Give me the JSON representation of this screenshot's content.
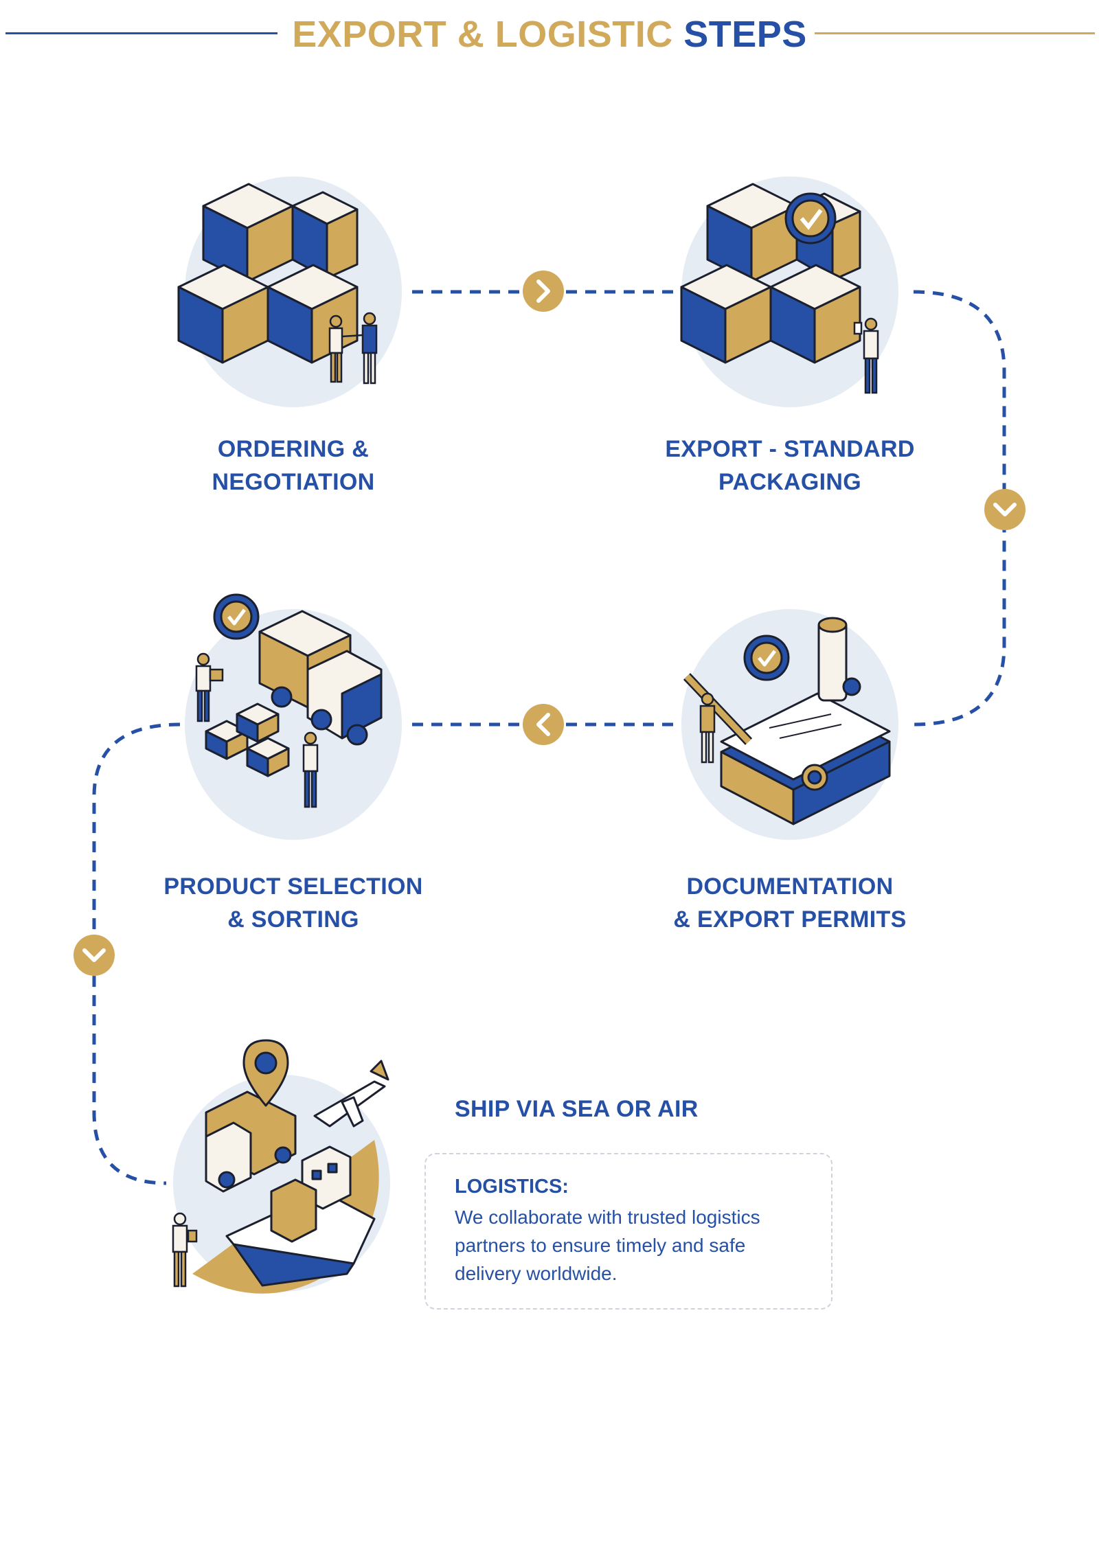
{
  "header": {
    "title_part1": "EXPORT & LOGISTIC",
    "title_part2": "STEPS",
    "colors": {
      "gold": "#D1A95B",
      "blue": "#2550A6",
      "light": "#E6ECF3"
    }
  },
  "steps": [
    {
      "label": "ORDERING &\nNEGOTIATION",
      "icon": "boxes-handshake-icon"
    },
    {
      "label": "EXPORT - STANDARD\nPACKAGING",
      "icon": "boxes-check-icon"
    },
    {
      "label": "DOCUMENTATION\n& EXPORT PERMITS",
      "icon": "documents-permit-icon"
    },
    {
      "label": "PRODUCT SELECTION\n& SORTING",
      "icon": "truck-sorting-icon"
    },
    {
      "label": "SHIP VIA SEA OR AIR",
      "icon": "ship-plane-truck-icon"
    }
  ],
  "logistics": {
    "title": "LOGISTICS:",
    "text": "We collaborate with trusted logistics partners to ensure timely and safe delivery worldwide."
  },
  "connectors": [
    "arrow-right",
    "arrow-down",
    "arrow-left",
    "arrow-down"
  ]
}
